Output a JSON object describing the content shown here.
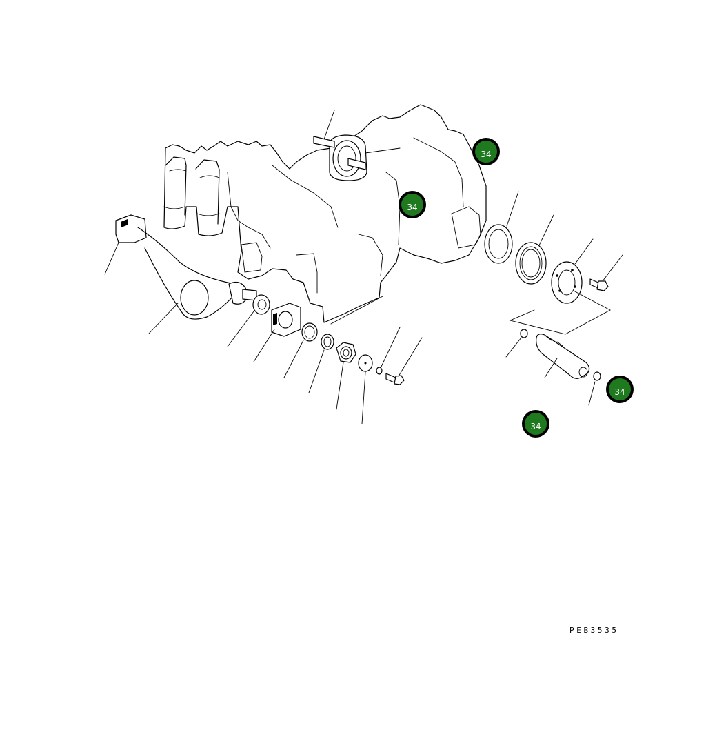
{
  "diagram": {
    "drawing_code": "PEB3535",
    "callouts": [
      {
        "id": "badge-1",
        "label": "34"
      },
      {
        "id": "badge-2",
        "label": "34"
      },
      {
        "id": "badge-3",
        "label": "34"
      },
      {
        "id": "badge-4",
        "label": "34"
      }
    ],
    "colors": {
      "badge_fill": "#1f7a1f",
      "badge_ring": "#000000",
      "badge_text": "#ffffff",
      "line": "#000000",
      "background": "#ffffff"
    }
  }
}
